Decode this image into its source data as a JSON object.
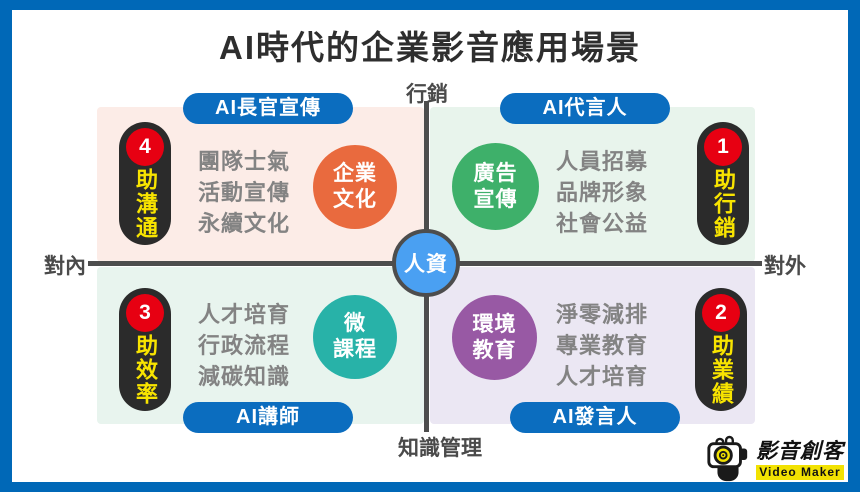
{
  "title": "AI時代的企業影音應用場景",
  "axes": {
    "top": "行銷",
    "bottom": "知識管理",
    "left": "對內",
    "right": "對外"
  },
  "center": {
    "label": "人資"
  },
  "quadrants": {
    "tl": {
      "tag": "AI長官宣傳",
      "number": "4",
      "benefit": "助溝通",
      "items": [
        "團隊士氣",
        "活動宣傳",
        "永續文化"
      ],
      "circle": "企業\n文化"
    },
    "tr": {
      "tag": "AI代言人",
      "number": "1",
      "benefit": "助行銷",
      "items": [
        "人員招募",
        "品牌形象",
        "社會公益"
      ],
      "circle": "廣告\n宣傳"
    },
    "bl": {
      "tag": "AI講師",
      "number": "3",
      "benefit": "助效率",
      "items": [
        "人才培育",
        "行政流程",
        "減碳知識"
      ],
      "circle": "微\n課程"
    },
    "br": {
      "tag": "AI發言人",
      "number": "2",
      "benefit": "助業績",
      "items": [
        "淨零減排",
        "專業教育",
        "人才培育"
      ],
      "circle": "環境\n教育"
    }
  },
  "logo": {
    "name": "影音創客",
    "subtitle": "Video Maker"
  },
  "colors": {
    "frame_blue": "#0068b7",
    "tag_blue": "#0b6dbf",
    "center_blue": "#4aa0f2",
    "badge_red": "#e70012",
    "benefit_yellow": "#f8e400",
    "pill_black": "#2b2b2b",
    "circle_tl": "#e96a3e",
    "circle_tr": "#3eb06a",
    "circle_bl": "#28b2a8",
    "circle_br": "#9859a4",
    "bg_tl": "#fcece7",
    "bg_tr": "#e8f4ec",
    "bg_bl": "#e8f4ee",
    "bg_br": "#ebe7f3",
    "item_gray": "#838383",
    "axis_gray": "#4d4d4d"
  }
}
